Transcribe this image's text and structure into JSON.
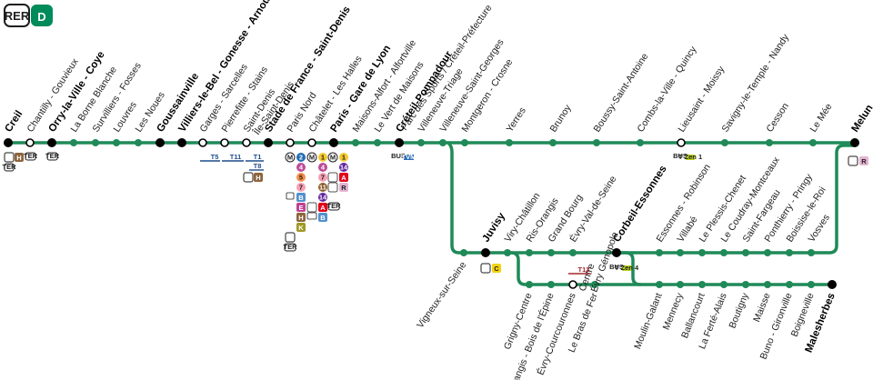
{
  "header": {
    "network_label": "RER",
    "line_label": "D",
    "line_color": "#008b5b"
  },
  "colors": {
    "line": "#1f8a58",
    "station": "#1f8a58",
    "major": "#000000",
    "hollow_fill": "#ffffff"
  },
  "main_stations": [
    "Creil",
    "Chantilly - Gouvieux",
    "Orry-la-Ville - Coye",
    "La Borne Blanche",
    "Survilliers - Fosses",
    "Louvres",
    "Les Noues",
    "Goussainville",
    "Villiers-le-Bel - Gonesse - Arnouville",
    "Garges - Sarcelles",
    "Pierrefitte - Stains",
    "Saint-Denis",
    "Stade de France - Saint-Denis",
    "Paris Nord",
    "Châtelet - Les Halles",
    "Paris - Gare de Lyon",
    "Maisons-Alfort - Alfortville",
    "Le Vert de Maisons",
    "Créteil-Pompadour",
    "Villeneuve-Triage",
    "Villeneuve-Saint-Georges",
    "Montgeron - Crosne",
    "Yerres",
    "Brunoy",
    "Boussy-Saint-Antoine",
    "Combs-la-Ville - Quincy",
    "Lieusaint - Moissy",
    "Savigny-le-Temple - Nandy",
    "Cesson",
    "Le Mée",
    "Melun"
  ],
  "station_notes": {
    "saint_denis_small": "Île-Saint-Denis",
    "creteil_small": "Parc des Sports / Créteil-Préfecture"
  },
  "middle_stations": [
    "Vigneux-sur-Seine",
    "Juvisy",
    "Viry-Châtillon",
    "Ris-Orangis",
    "Grand Bourg",
    "Évry-Val-de-Seine",
    "Corbeil-Essonnes",
    "Essonnes - Robinson",
    "Villabé",
    "Le Plessis-Chenet",
    "Le Coudray-Montceaux",
    "Saint-Fargeau",
    "Ponthierry - Pringy",
    "Boissise-le-Roi",
    "Vosves"
  ],
  "lower_stations": [
    "Grigny-Centre",
    "Orangis - Bois de l'Épine",
    "Évry-Courcouronnes",
    "Le Bras de Fer",
    "Moulin-Galant",
    "Mennecy",
    "Ballancourt",
    "La Ferté-Alais",
    "Boutigny",
    "Maisse",
    "Buno - Gironville",
    "Boigneville",
    "Malesherbes"
  ],
  "lower_notes": {
    "evry_small": "Centre",
    "bras_small": "Évry Génopole"
  },
  "correspondences": {
    "creil": [
      "H",
      "TER"
    ],
    "chantilly": [
      "TER"
    ],
    "orry": [
      "TER"
    ],
    "garges": [
      "T5"
    ],
    "pierrefitte": [
      "T11"
    ],
    "saint_denis": [
      "T1",
      "T8",
      "H"
    ],
    "paris_nord": [
      "2",
      "4",
      "5",
      "7",
      "B",
      "E",
      "H",
      "K",
      "TER"
    ],
    "chatelet": [
      "1",
      "4",
      "7",
      "11",
      "14",
      "A",
      "B"
    ],
    "gare_de_lyon": [
      "1",
      "14",
      "A",
      "R",
      "TER"
    ],
    "creteil": [
      "BUS",
      "TVM"
    ],
    "lieusaint": [
      "BUS",
      "T Zen 1"
    ],
    "melun": [
      "R"
    ],
    "juvisy": [
      "C"
    ],
    "evry": [
      "T12"
    ],
    "corbeil": [
      "BUS",
      "T Zen 4"
    ]
  },
  "badge_colors": {
    "H": "#8d653d",
    "K": "#9f9825",
    "B": "#5291ce",
    "E": "#c04191",
    "A": "#e3051c",
    "R": "#e4b4d1",
    "C": "#f3d311",
    "1": "#f2c931",
    "2": "#216eb4",
    "4": "#bb4d98",
    "5": "#f68f4b",
    "7": "#f59fb3",
    "11": "#8d5e2a",
    "14": "#62259d",
    "T": "#1f4b8c",
    "T12": "#a4292e",
    "TZ": "#bdd21c"
  }
}
